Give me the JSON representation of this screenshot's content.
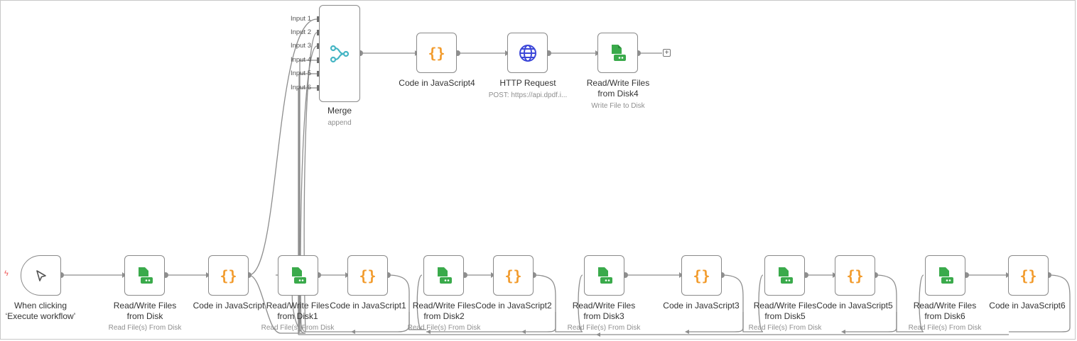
{
  "nodes": {
    "trigger": {
      "label": "When clicking\n‘Execute workflow’"
    },
    "rw_disk": {
      "label": "Read/Write Files\nfrom Disk",
      "sub": "Read File(s) From Disk"
    },
    "code": {
      "label": "Code in JavaScript"
    },
    "rw_disk1": {
      "label": "Read/Write Files\nfrom Disk1",
      "sub": "Read File(s) From Disk"
    },
    "code1": {
      "label": "Code in JavaScript1"
    },
    "rw_disk2": {
      "label": "Read/Write Files\nfrom Disk2",
      "sub": "Read File(s) From Disk"
    },
    "code2": {
      "label": "Code in JavaScript2"
    },
    "rw_disk3": {
      "label": "Read/Write Files\nfrom Disk3",
      "sub": "Read File(s) From Disk"
    },
    "code3": {
      "label": "Code in JavaScript3"
    },
    "rw_disk5": {
      "label": "Read/Write Files\nfrom Disk5",
      "sub": "Read File(s) From Disk"
    },
    "code5": {
      "label": "Code in JavaScript5"
    },
    "rw_disk6": {
      "label": "Read/Write Files\nfrom Disk6",
      "sub": "Read File(s) From Disk"
    },
    "code6": {
      "label": "Code in JavaScript6"
    },
    "merge": {
      "label": "Merge",
      "sub": "append"
    },
    "code4": {
      "label": "Code in JavaScript4"
    },
    "http": {
      "label": "HTTP Request",
      "sub": "POST: https://api.dpdf.i..."
    },
    "rw_disk4": {
      "label": "Read/Write Files\nfrom Disk4",
      "sub": "Write File to Disk"
    }
  },
  "merge_inputs": [
    "Input 1",
    "Input 2",
    "Input 3",
    "Input 4",
    "Input 5",
    "Input 6"
  ],
  "add_button": "+",
  "colors": {
    "code": "#f29b2c",
    "files": "#3aaa4b",
    "http": "#3b46d8",
    "merge": "#45b5c4"
  }
}
